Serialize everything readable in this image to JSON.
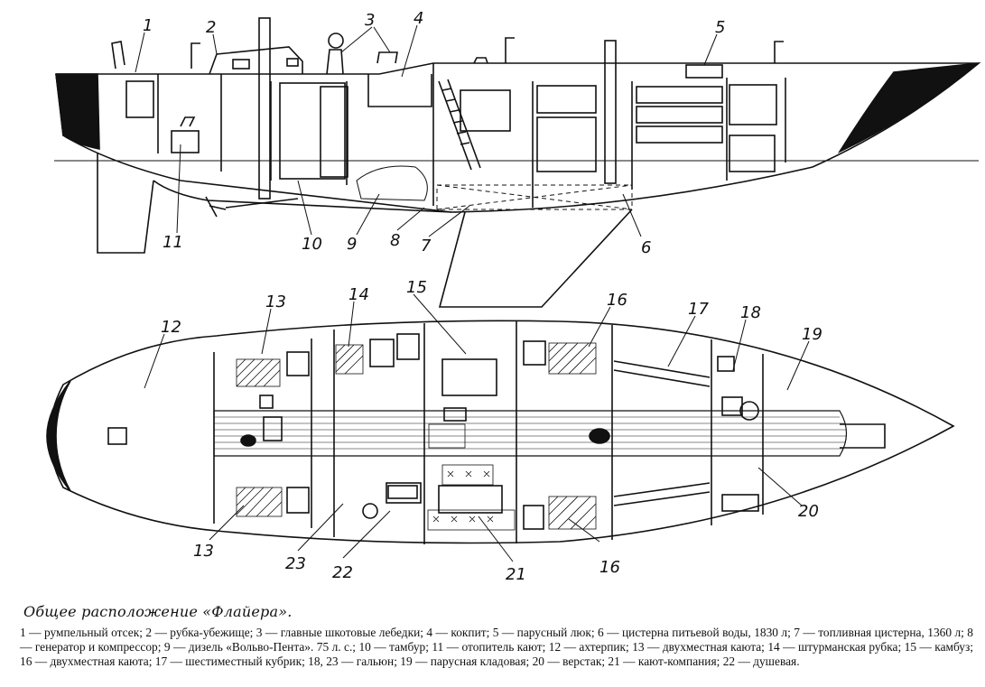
{
  "callouts": {
    "side": [
      "1",
      "2",
      "3",
      "4",
      "5",
      "6",
      "7",
      "8",
      "9",
      "10",
      "11"
    ],
    "plan": [
      "12",
      "13",
      "14",
      "15",
      "16",
      "17",
      "18",
      "19",
      "20",
      "13",
      "23",
      "22",
      "21",
      "16"
    ]
  },
  "caption": {
    "title": "Общее расположение «Флайера».",
    "text": "1 — румпельный отсек; 2 — рубка-убежище; 3 — главные шкотовые лебедки; 4 — кокпит; 5 — парусный люк; 6 — цистерна питьевой воды, 1830 л; 7 — топливная цистерна, 1360 л; 8 — генератор и компрессор; 9 — дизель «Вольво-Пента». 75 л. с.; 10 — тамбур; 11 — отопитель кают; 12 — ахтерпик; 13 — двухместная каюта; 14 — штурманская рубка; 15 — камбуз; 16 — двухместная каюта; 17 — шестиместный кубрик; 18, 23 — гальюн; 19 — парусная кладовая; 20 — верстак; 21 — кают-компания; 22 — душевая."
  }
}
